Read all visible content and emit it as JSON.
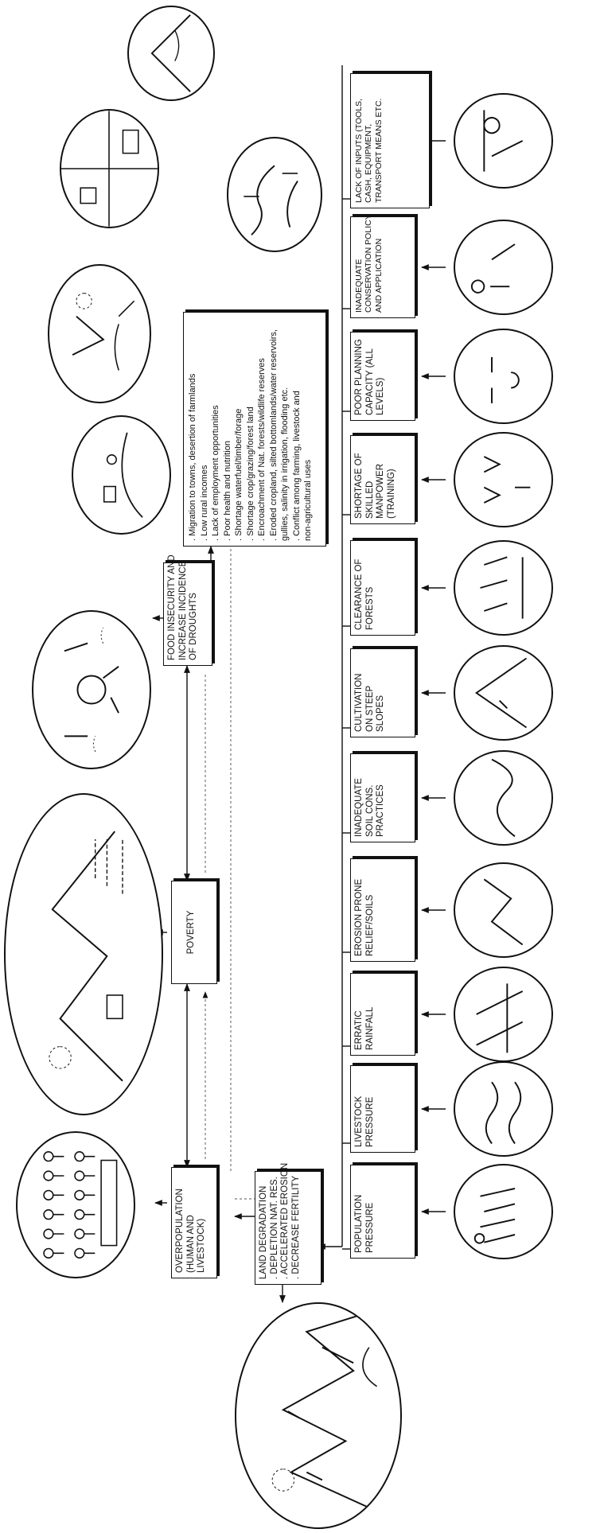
{
  "nodes": {
    "overpopulation": [
      "OVERPOPULATION",
      "(HUMAN AND",
      "LIVESTOCK)"
    ],
    "poverty": [
      "POVERTY"
    ],
    "food_insecurity": [
      "FOOD INSECURITY AND",
      "INCREASE INCIDENCE",
      "OF DROUGHTS"
    ],
    "land_degradation": [
      "LAND DEGRADATION",
      ". DEPLETION NAT. RES.",
      ". ACCELERATED EROSION",
      ". DECREASE FERTILITY"
    ],
    "consequences": [
      ". Migration to towns, desertion of farmlands",
      ". Low rural incomes",
      ". Lack of employment opportunities",
      ". Poor health and nutrition",
      ". Shortage waterfuel/timber/forage",
      ". Shortage crop/grazing/forest land",
      ". Encroachment of Nat. forests/wildlife reserves",
      ". Eroded cropland, silted bottomlands/water reservoirs,",
      "gullies, salinity in irrigation, flooding etc.",
      ". Conflict among farming, livestock and",
      "non-agricultural uses"
    ]
  },
  "causes": [
    [
      "POPULATION",
      "PRESSURE"
    ],
    [
      "LIVESTOCK",
      "PRESSURE"
    ],
    [
      "ERRATIC",
      "RAINFALL"
    ],
    [
      "EROSION PRONE",
      "RELIEF/SOILS"
    ],
    [
      "INADEQUATE",
      "SOIL CONS.",
      "PRACTICES"
    ],
    [
      "CULTIVATION",
      "ON STEEP",
      "SLOPES"
    ],
    [
      "CLEARANCE OF",
      "FORESTS"
    ],
    [
      "SHORTAGE OF",
      "SKILLED",
      "MANPOWER",
      "(TRAINING)"
    ],
    [
      "POOR PLANNING",
      "CAPACITY (ALL",
      "LEVELS)"
    ],
    [
      "INADEQUATE",
      "CONSERVATION POLICY",
      "AND APPLICATION"
    ],
    [
      "LACK OF INPUTS (TOOLS,",
      "CASH, EQUIPMENT,",
      "TRANSPORT MEANS ETC."
    ]
  ]
}
